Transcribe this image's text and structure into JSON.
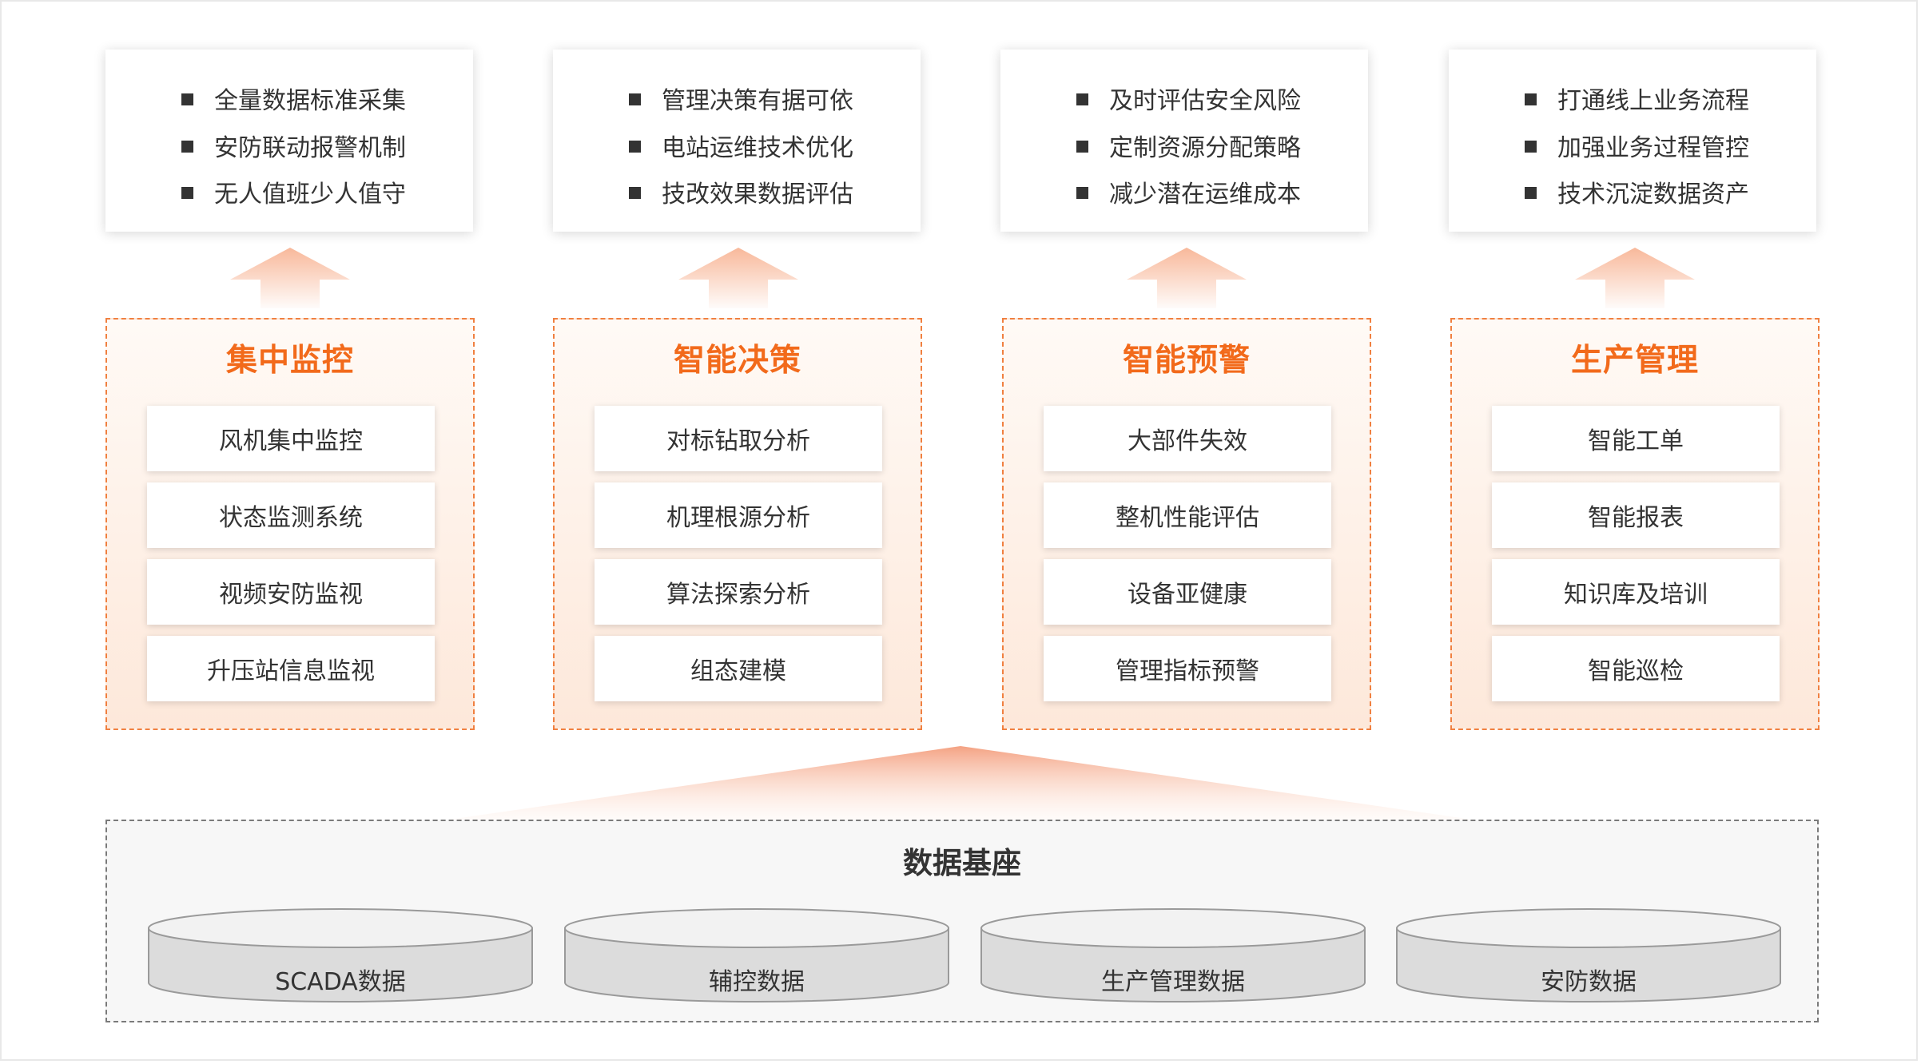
{
  "colors": {
    "accent": "#f26a1b",
    "module_border": "#f08040",
    "arrow": "#f8b89a",
    "text": "#333333",
    "database_fill": "#dcdcdc",
    "base_border": "#7a7a7a"
  },
  "columns": [
    {
      "title": "集中监控",
      "benefits": [
        "全量数据标准采集",
        "安防联动报警机制",
        "无人值班少人值守"
      ],
      "items": [
        "风机集中监控",
        "状态监测系统",
        "视频安防监视",
        "升压站信息监视"
      ]
    },
    {
      "title": "智能决策",
      "benefits": [
        "管理决策有据可依",
        "电站运维技术优化",
        "技改效果数据评估"
      ],
      "items": [
        "对标钻取分析",
        "机理根源分析",
        "算法探索分析",
        "组态建模"
      ]
    },
    {
      "title": "智能预警",
      "benefits": [
        "及时评估安全风险",
        "定制资源分配策略",
        "减少潜在运维成本"
      ],
      "items": [
        "大部件失效",
        "整机性能评估",
        "设备亚健康",
        "管理指标预警"
      ]
    },
    {
      "title": "生产管理",
      "benefits": [
        "打通线上业务流程",
        "加强业务过程管控",
        "技术沉淀数据资产"
      ],
      "items": [
        "智能工单",
        "智能报表",
        "知识库及培训",
        "智能巡检"
      ]
    }
  ],
  "data_base": {
    "title": "数据基座",
    "sources": [
      "SCADA数据",
      "辅控数据",
      "生产管理数据",
      "安防数据"
    ]
  }
}
